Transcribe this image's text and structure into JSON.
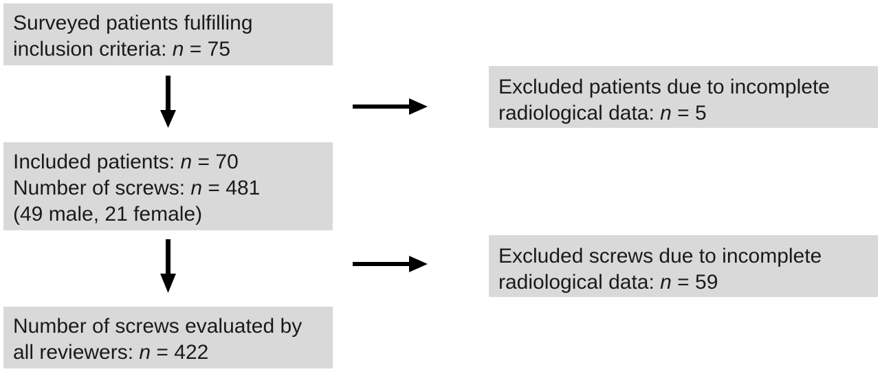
{
  "flowchart": {
    "surveyed": {
      "line1": "Surveyed patients fulfilling",
      "line2_prefix": "inclusion criteria: ",
      "n_label": "n",
      "line2_suffix": " = 75"
    },
    "excluded_patients": {
      "line1": "Excluded patients due to incomplete",
      "line2_prefix": "radiological data: ",
      "n_label": "n",
      "line2_suffix": " = 5"
    },
    "included": {
      "line1_prefix": "Included patients: ",
      "n_label": "n",
      "line1_suffix": " = 70",
      "line2_prefix": "Number of screws: ",
      "line2_suffix": " = 481",
      "line3": "(49 male, 21 female)"
    },
    "excluded_screws": {
      "line1": "Excluded screws due to incomplete",
      "line2_prefix": "radiological data: ",
      "n_label": "n",
      "line2_suffix": " = 59"
    },
    "evaluated": {
      "line1": "Number of screws evaluated by",
      "line2_prefix": "all reviewers:  ",
      "n_label": "n",
      "line2_suffix": " = 422"
    }
  },
  "colors": {
    "box_fill": "#d9d9d9",
    "text": "#1a1a1a",
    "arrow": "#000000"
  }
}
